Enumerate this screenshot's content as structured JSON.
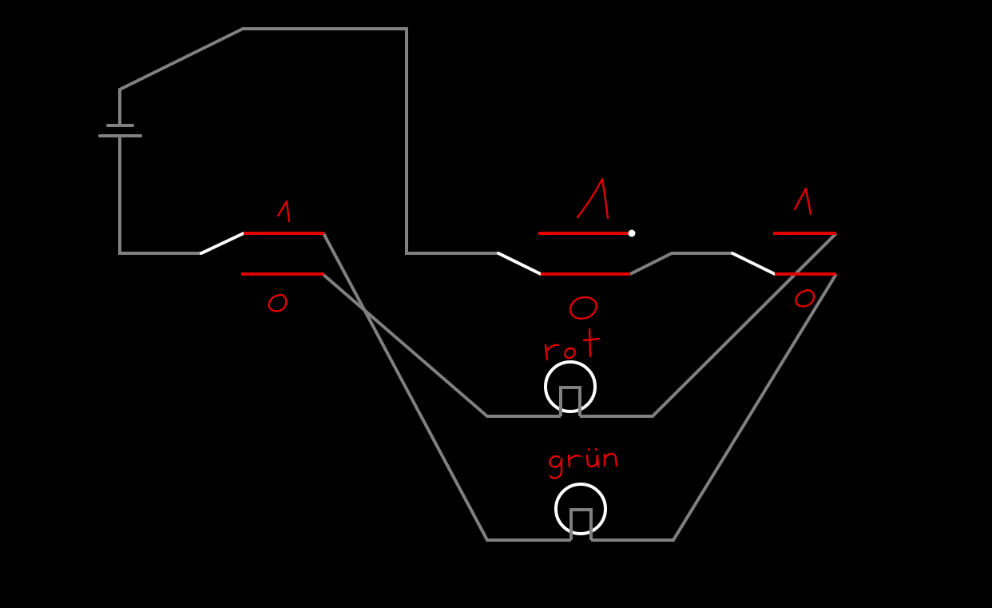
{
  "diagram": {
    "colors": {
      "background": "#000000",
      "wire": "#808080",
      "switch_lever": "#ffffff",
      "contact": "#e00000",
      "handwriting": "#e00000",
      "bulb": "#ffffff"
    },
    "switches": [
      {
        "id": "switch-1",
        "position_label_top": "1",
        "position_label_bottom": "0"
      },
      {
        "id": "switch-2",
        "position_label_top": "1",
        "position_label_bottom": "0"
      },
      {
        "id": "switch-3",
        "position_label_top": "1",
        "position_label_bottom": "0"
      }
    ],
    "lamps": [
      {
        "id": "lamp-red",
        "label": "rot"
      },
      {
        "id": "lamp-green",
        "label": "grün"
      }
    ],
    "components": {
      "battery": "battery-icon",
      "lamp": "lightbulb-icon",
      "switch": "toggle-switch-icon"
    }
  }
}
